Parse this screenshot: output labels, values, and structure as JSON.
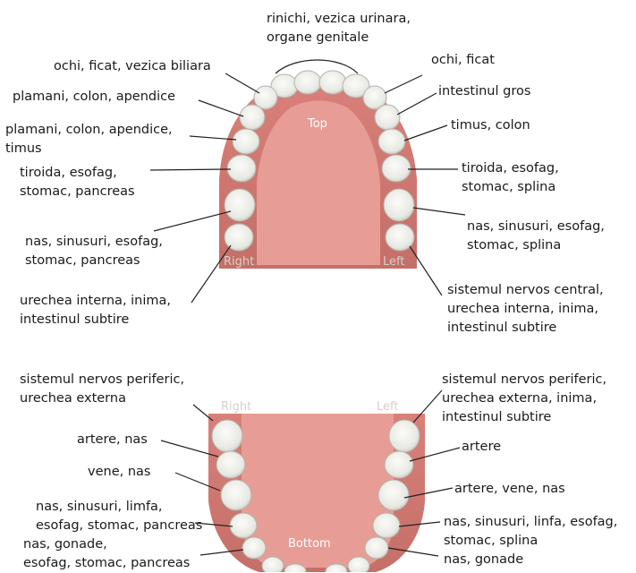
{
  "upper_jaw": {
    "label_top": "Top",
    "label_right": "Right",
    "label_left": "Left",
    "annotations": {
      "incisors_center": [
        "rinichi, vezica urinara,",
        "organe genitale"
      ],
      "r_lateral": [
        "ochi, ficat, vezica biliara"
      ],
      "r_canine": [
        "plamani, colon, apendice"
      ],
      "r_premolar1": [
        "plamani, colon, apendice,",
        "timus"
      ],
      "r_premolar2": [
        "tiroida, esofag,",
        "stomac, pancreas"
      ],
      "r_molar1": [
        "nas, sinusuri, esofag,",
        "stomac, pancreas"
      ],
      "r_molar2": [
        "urechea interna, inima,",
        "intestinul subtire"
      ],
      "l_lateral": [
        "ochi, ficat"
      ],
      "l_canine": [
        "intestinul gros"
      ],
      "l_premolar": [
        "timus, colon"
      ],
      "l_premolar2": [
        "tiroida, esofag,",
        "stomac, splina"
      ],
      "l_molar1": [
        "nas, sinusuri, esofag,",
        "stomac, splina"
      ],
      "l_molar2": [
        "sistemul nervos central,",
        "urechea interna, inima,",
        "intestinul subtire"
      ]
    }
  },
  "lower_jaw": {
    "label_bottom": "Bottom",
    "label_right": "Right",
    "label_left": "Left",
    "annotations": {
      "r_molar3": [
        "sistemul nervos periferic,",
        "urechea externa"
      ],
      "r_molar2": [
        "artere, nas"
      ],
      "r_molar1": [
        "vene, nas"
      ],
      "r_premolar2": [
        "nas, sinusuri, limfa,",
        "esofag, stomac, pancreas"
      ],
      "r_premolar1": [
        "nas, gonade,",
        "esofag, stomac, pancreas"
      ],
      "l_molar3": [
        "sistemul nervos periferic,",
        "urechea externa, inima,",
        "intestinul subtire"
      ],
      "l_molar2": [
        "artere"
      ],
      "l_molar1": [
        "artere, vene, nas"
      ],
      "l_premolar2": [
        "nas, sinusuri, linfa, esofag,",
        "stomac, splina"
      ],
      "l_premolar1": [
        "nas, gonade"
      ]
    }
  },
  "colors": {
    "gum": "#d9827a",
    "gum_dark": "#b8625c",
    "palate": "#e79d95",
    "tooth": "#eeeeea",
    "tooth_shadow": "#bdbdb6",
    "line": "#222222"
  }
}
